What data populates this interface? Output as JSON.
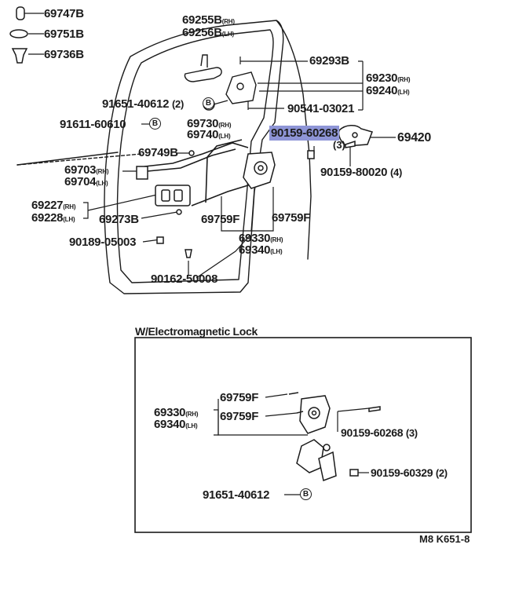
{
  "parts": {
    "p69747B": "69747B",
    "p69751B": "69751B",
    "p69736B": "69736B",
    "p69255B": "69255B",
    "p69256B": "69256B",
    "p69293B": "69293B",
    "p69230": "69230",
    "p69240": "69240",
    "p91651_top": "91651-40612",
    "p91651_top_qty": "(2)",
    "p90541": "90541-03021",
    "p91611": "91611-60610",
    "p69730": "69730",
    "p69740": "69740",
    "p90159_60268_hl": "90159-60268",
    "p90159_60268_hl_qty": "(3)",
    "p69420": "69420",
    "p69749B": "69749B",
    "p90159_80020": "90159-80020",
    "p90159_80020_qty": "(4)",
    "p69703": "69703",
    "p69704": "69704",
    "p69227": "69227",
    "p69228": "69228",
    "p69273B": "69273B",
    "p69759F_a": "69759F",
    "p69759F_b": "69759F",
    "p90189": "90189-05003",
    "p69330": "69330",
    "p69340": "69340",
    "p90162": "90162-50008"
  },
  "suffix": {
    "rh": "(RH)",
    "lh": "(LH)"
  },
  "bubble": {
    "b": "B"
  },
  "inset": {
    "title": "W/Electromagnetic Lock",
    "p69759F_1": "69759F",
    "p69759F_2": "69759F",
    "p69330": "69330",
    "p69340": "69340",
    "p90159_60268": "90159-60268",
    "p90159_60268_qty": "(3)",
    "p90159_60329": "90159-60329",
    "p90159_60329_qty": "(2)",
    "p91651": "91651-40612"
  },
  "code": "M8 K651-8",
  "colors": {
    "ink": "#1b1b1b",
    "highlight": "#8e95d6"
  }
}
